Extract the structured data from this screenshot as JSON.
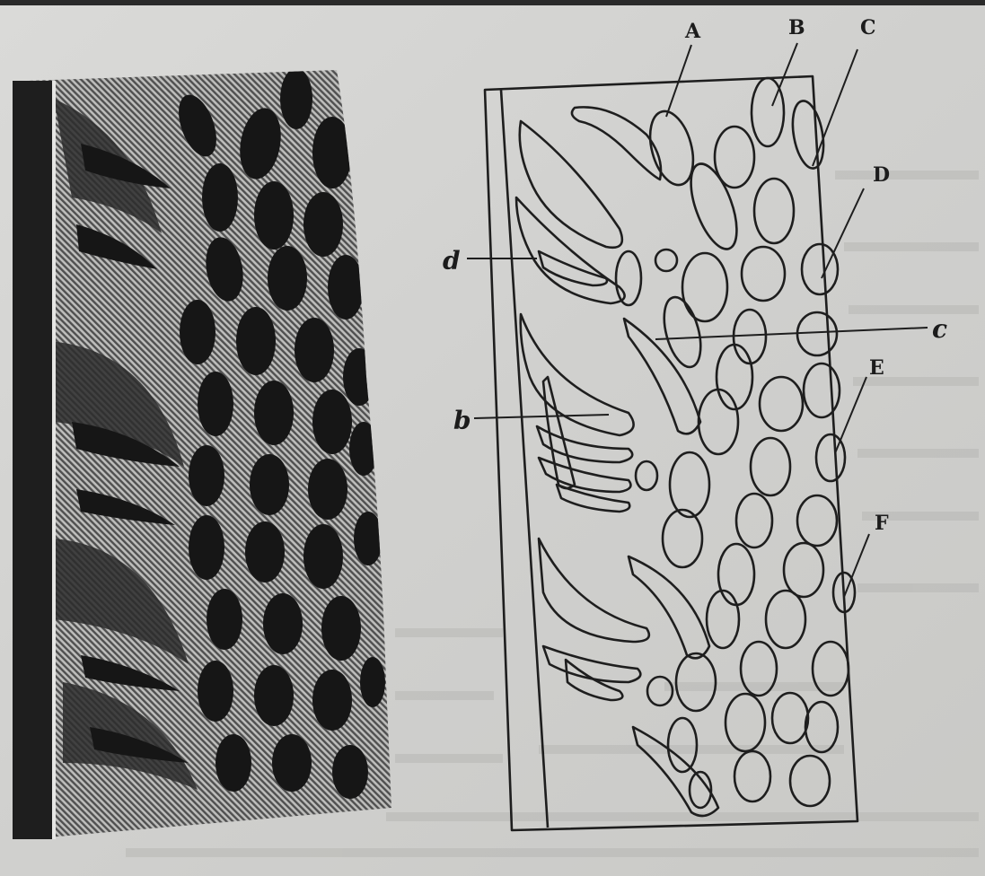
{
  "figure": {
    "labels": {
      "A": "A",
      "B": "B",
      "C": "C",
      "D": "D",
      "E": "E",
      "F": "F",
      "c": "c",
      "d": "d",
      "b": "b"
    }
  }
}
